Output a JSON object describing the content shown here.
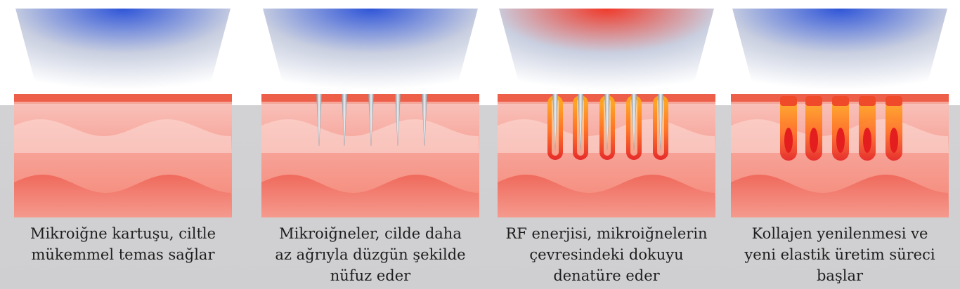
{
  "panels": [
    {
      "id": "contact",
      "state": "cartridge-contact",
      "applicator_color": "#2f55d8",
      "needles": 0,
      "caption": [
        "Mikroiğne kartuşu, ciltle",
        "mükemmel temas sağlar"
      ]
    },
    {
      "id": "penetrate",
      "state": "needles-penetrate",
      "applicator_color": "#2f55d8",
      "needles": 5,
      "caption": [
        "Mikroiğneler, cilde daha",
        "az ağrıyla düzgün şekilde",
        "nüfuz eder"
      ]
    },
    {
      "id": "rf",
      "state": "rf-heating",
      "applicator_color": "#f03a2a",
      "needles": 5,
      "caption": [
        "RF enerjisi, mikroiğnelerin",
        "çevresindeki dokuyu",
        "denatüre eder"
      ]
    },
    {
      "id": "regeneration",
      "state": "collagen-regeneration",
      "applicator_color": "#2f55d8",
      "needles": 0,
      "caption": [
        "Kollajen yenilenmesi ve",
        "yeni elastik üretim süreci",
        "başlar"
      ]
    }
  ],
  "colors": {
    "skin_top": "#ee5f4a",
    "skin_band": "#f7a398",
    "skin_deep": "#ef6a5c",
    "heat_core": "#e41e1e",
    "heat_glow": "#ffb31a",
    "needle": "#b9c0c8"
  }
}
